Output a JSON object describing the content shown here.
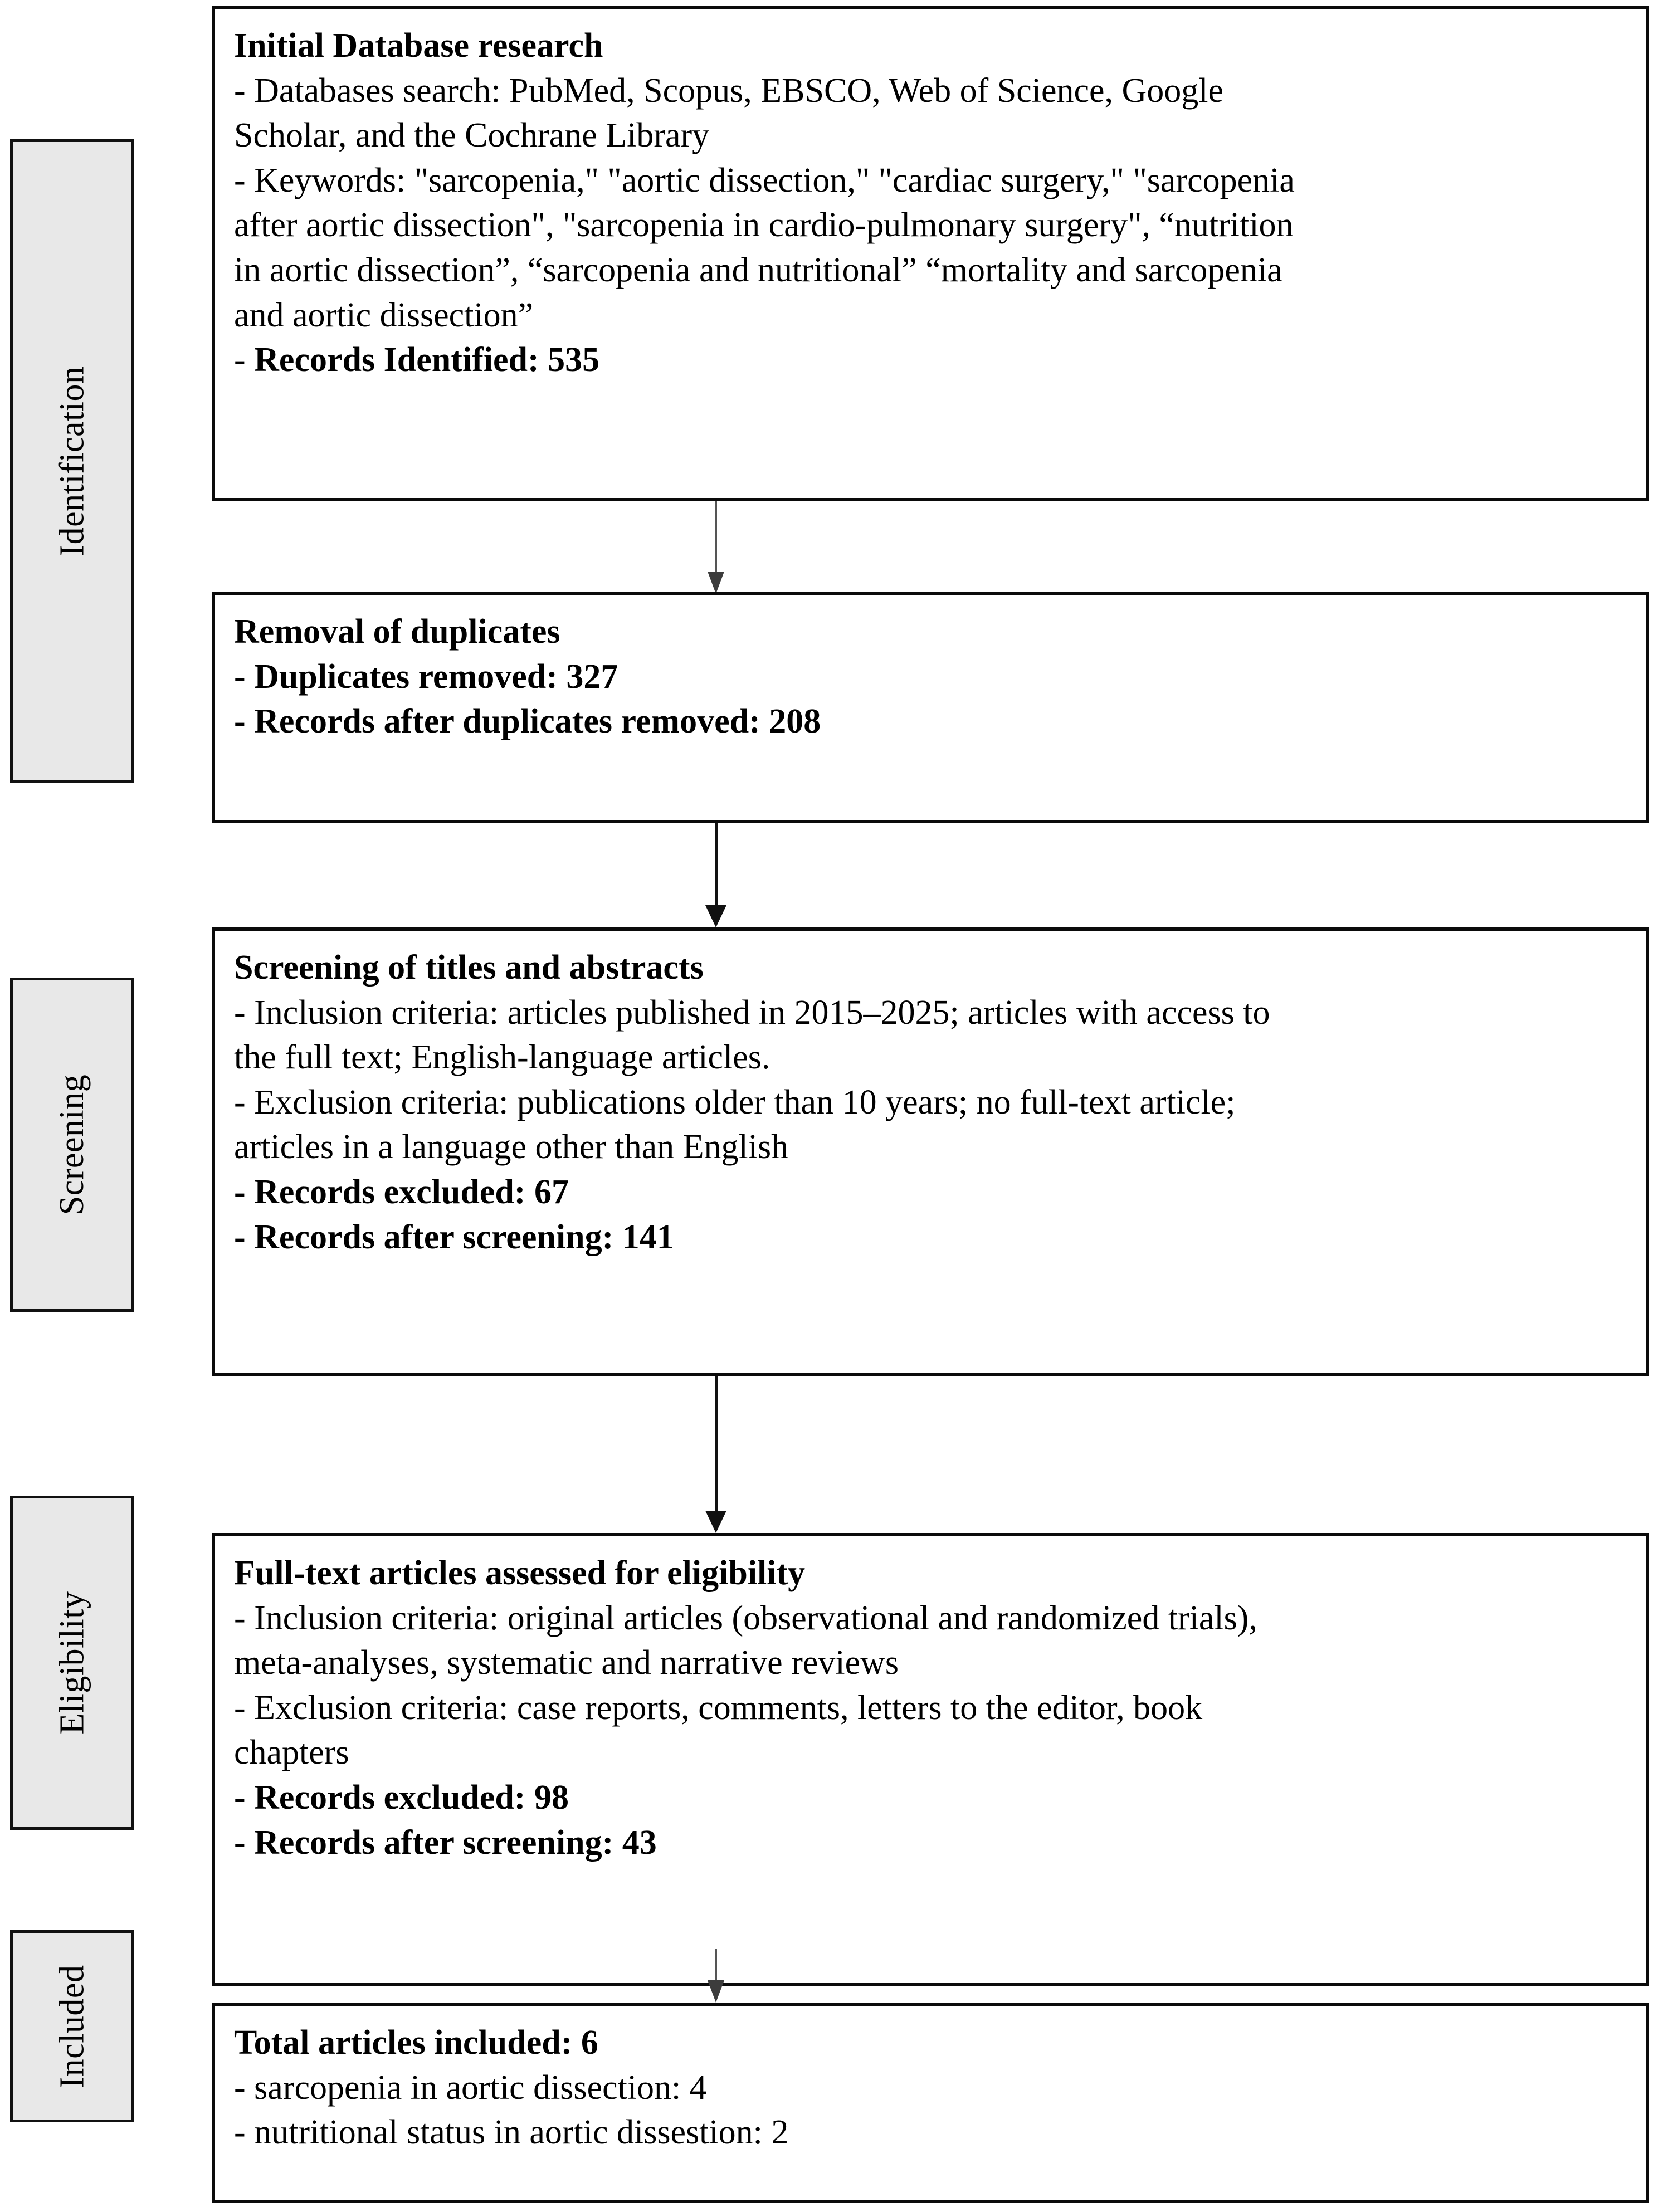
{
  "diagram": {
    "title": "PRISMA flow diagram",
    "type": "prisma-flowchart",
    "accent_color": "#000000",
    "stage_label_bg": "#e8e8e8",
    "box_border_color": "#0a0a0a"
  },
  "stages": [
    {
      "label": "Identification"
    },
    {
      "label": "Screening"
    },
    {
      "label": "Eligibility"
    },
    {
      "label": "Included"
    }
  ],
  "boxes": [
    {
      "id": "identification",
      "heading": "Initial Database research",
      "lines": [
        "Initial Database research",
        "- Databases search: PubMed, Scopus, EBSCO, Web of Science, Google",
        "Scholar, and the Cochrane Library",
        "- Keywords: \"sarcopenia,\" \"aortic dissection,\" \"cardiac surgery,\" \"sarcopenia",
        "after aortic dissection\", \"sarcopenia in cardio-pulmonary surgery\", “nutrition",
        "in aortic dissection”, “sarcopenia and nutritional” “mortality and sarcopenia",
        "and aortic dissection”",
        "- Records Identified: 535"
      ]
    },
    {
      "id": "duplicates",
      "heading": "Removal of duplicates",
      "lines": [
        "Removal of duplicates",
        "- Duplicates removed: 327",
        "- Records after duplicates removed: 208"
      ]
    },
    {
      "id": "screening",
      "heading": "Screening of titles and abstracts",
      "lines": [
        "Screening of titles and abstracts",
        "- Inclusion criteria: articles published in 2015–2025; articles with access to",
        "the full text; English-language articles.",
        "- Exclusion criteria: publications older than 10 years; no full-text article;",
        "articles in a language other than English",
        "- Records excluded: 67",
        "- Records after screening: 141"
      ]
    },
    {
      "id": "eligibility",
      "heading": "Full-text articles assessed for eligibility",
      "lines": [
        "Full-text articles assessed for eligibility",
        "- Inclusion criteria: original articles (observational and randomized trials),",
        "meta-analyses, systematic and narrative reviews",
        "- Exclusion criteria: case reports, comments, letters to the editor, book",
        "chapters",
        "- Records excluded: 98",
        "- Records after screening: 43"
      ]
    },
    {
      "id": "included",
      "heading": "Total articles included: 6",
      "lines": [
        "Total articles included: 6",
        "- sarcopenia in aortic dissection: 4",
        "- nutritional status in aortic dissestion: 2"
      ]
    }
  ],
  "counts": {
    "records_identified": 535,
    "duplicates_removed": 327,
    "records_after_duplicates": 208,
    "screening_excluded": 67,
    "records_after_screening": 141,
    "eligibility_excluded": 98,
    "records_after_eligibility": 43,
    "total_included": 6,
    "sarcopenia_in_aortic_dissection": 4,
    "nutritional_status_in_aortic_dissection": 2
  },
  "arrows": [
    {
      "from": "identification",
      "to": "duplicates"
    },
    {
      "from": "duplicates",
      "to": "screening"
    },
    {
      "from": "screening",
      "to": "eligibility"
    },
    {
      "from": "eligibility",
      "to": "included"
    }
  ]
}
